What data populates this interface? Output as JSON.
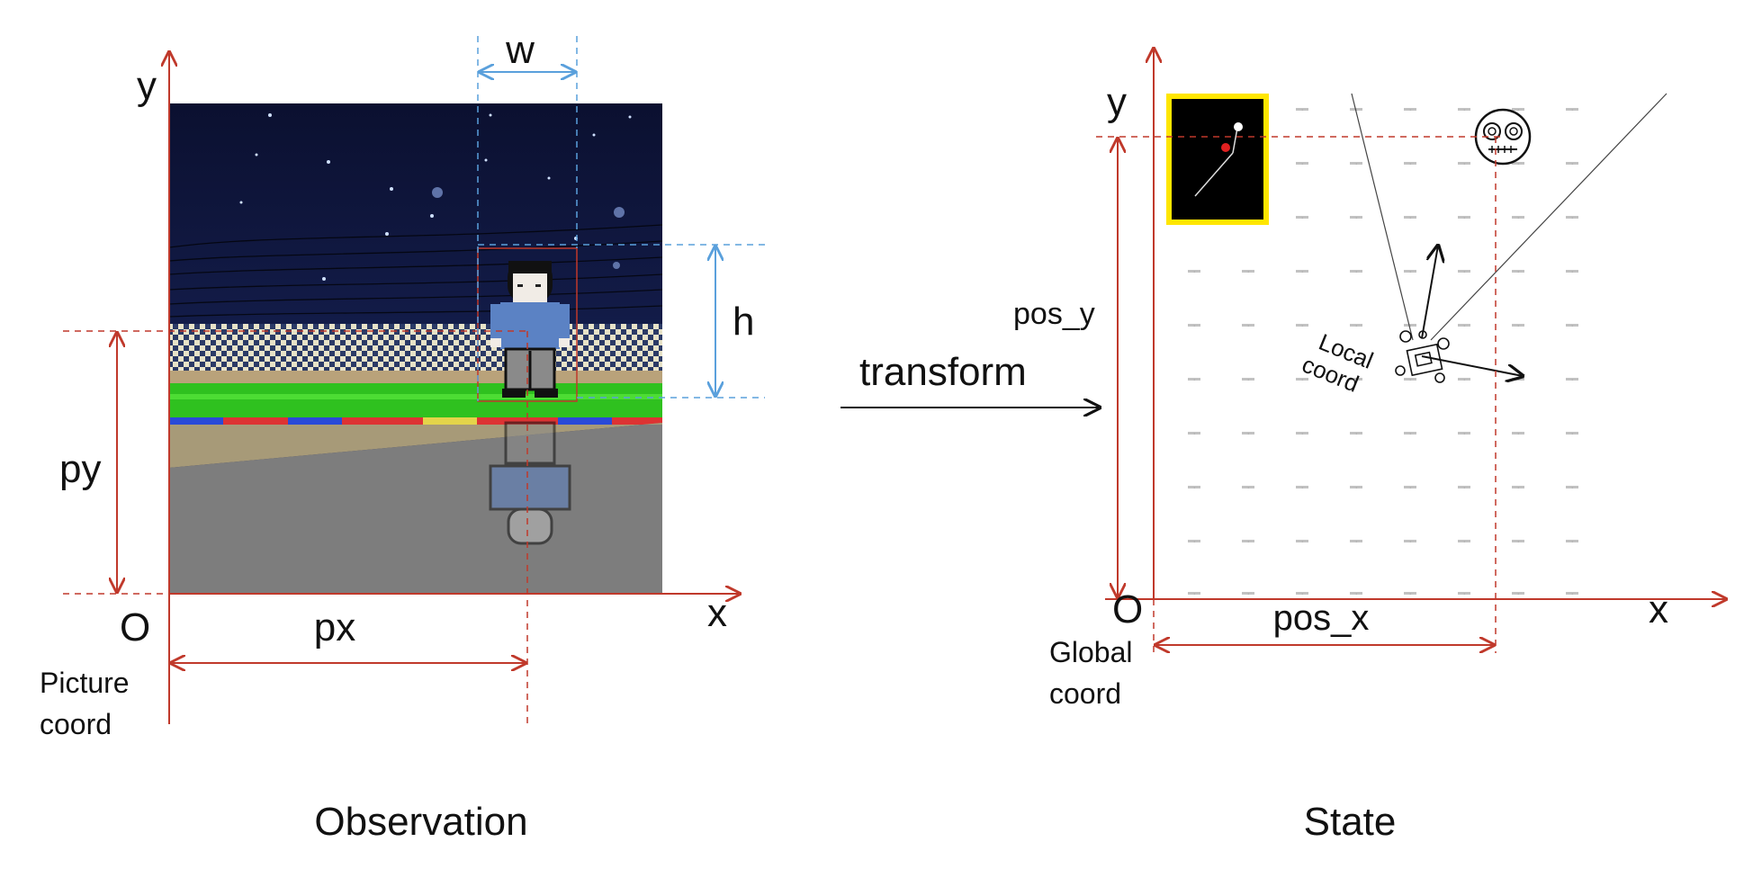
{
  "observation": {
    "caption": "Observation",
    "axis_x": "x",
    "axis_y": "y",
    "origin": "O",
    "origin_caption_line1": "Picture",
    "origin_caption_line2": "coord",
    "dim_w": "w",
    "dim_h": "h",
    "dim_px": "px",
    "dim_py": "py"
  },
  "transform_label": "transform",
  "state": {
    "caption": "State",
    "axis_x": "x",
    "axis_y": "y",
    "origin": "O",
    "origin_caption_line1": "Global",
    "origin_caption_line2": "coord",
    "dim_pos_x": "pos_x",
    "dim_pos_y": "pos_y",
    "local_line1": "Local",
    "local_line2": "coord"
  },
  "colors": {
    "axis": "#c0392b",
    "dim_blue": "#5aa0dc",
    "minimap_border": "#ffe600"
  }
}
